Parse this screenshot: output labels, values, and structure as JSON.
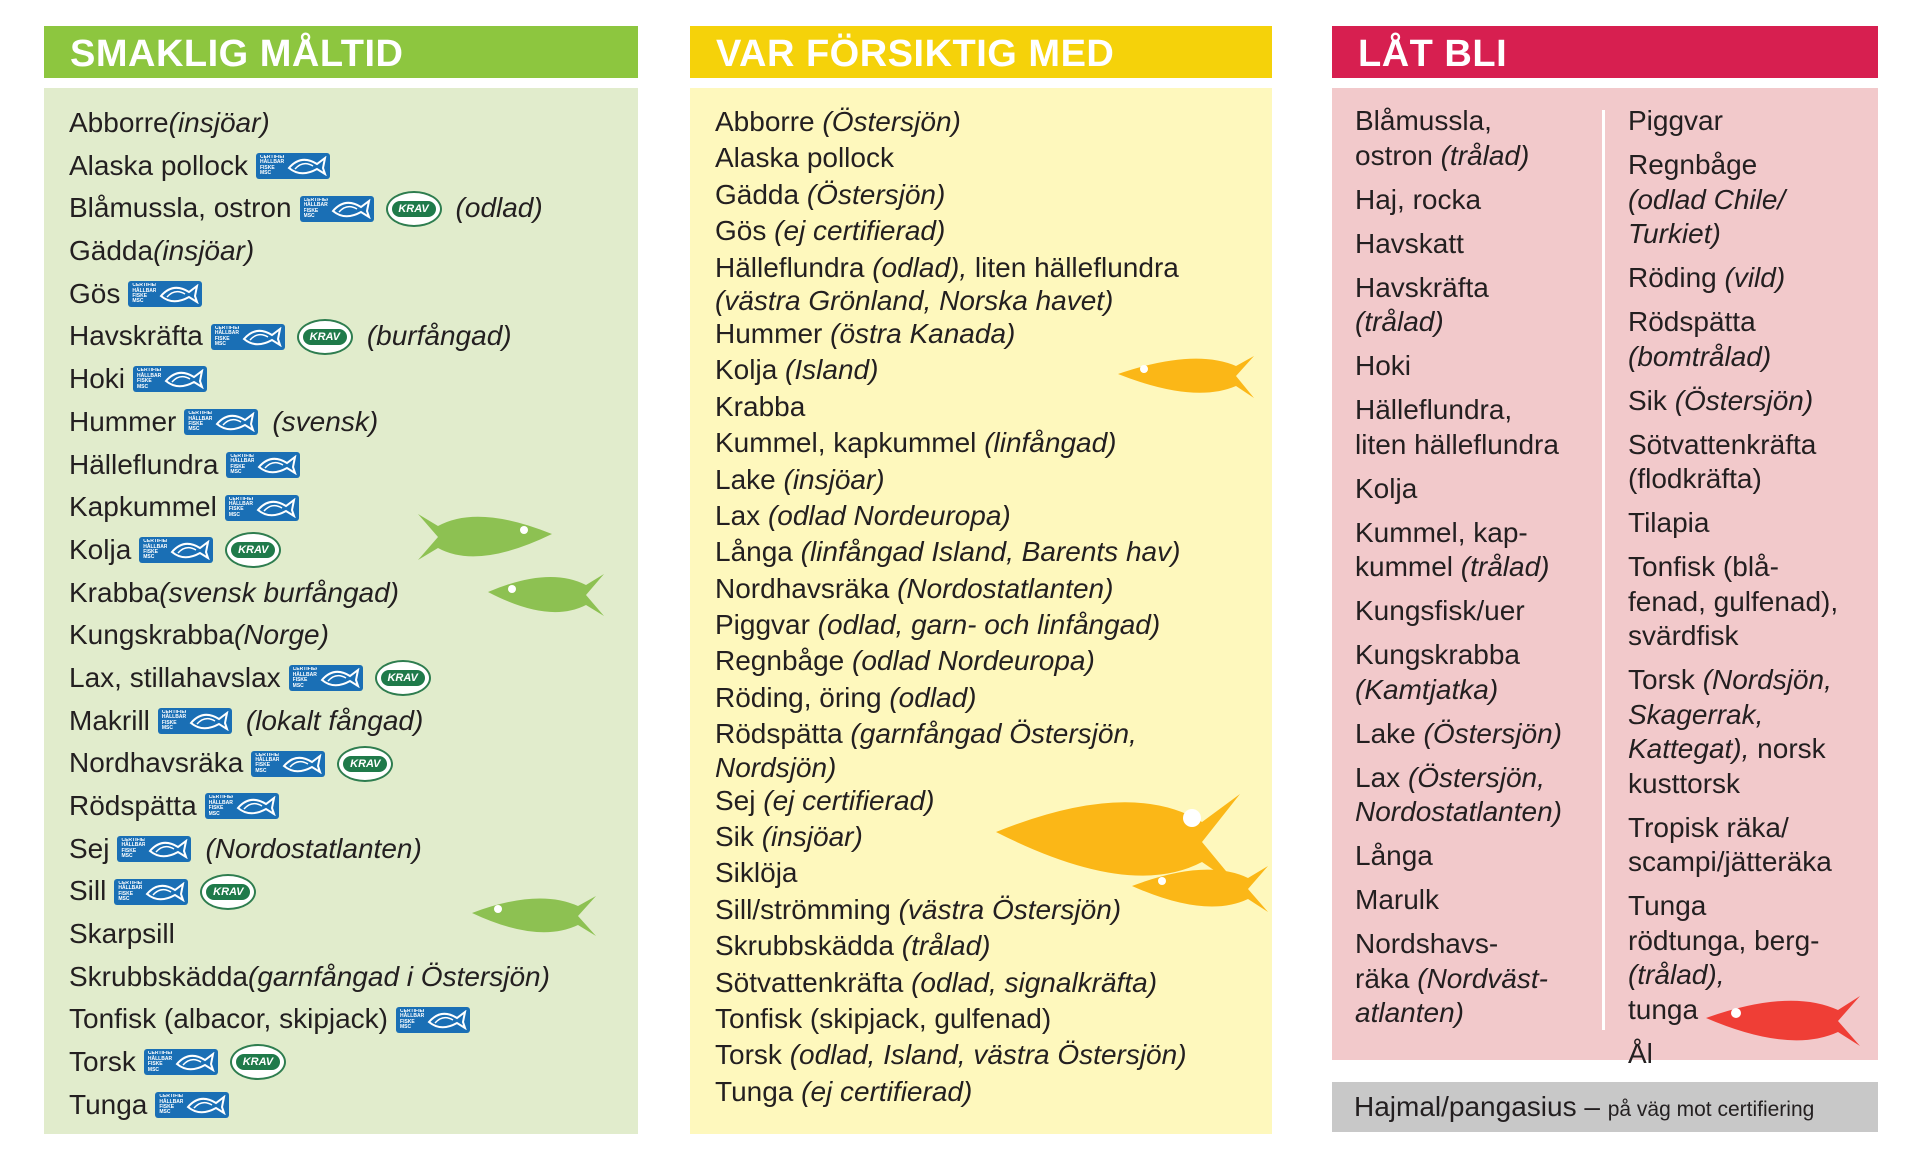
{
  "colors": {
    "green_header": "#8dc63f",
    "green_panel": "#e1eccc",
    "yellow_header": "#f5d20a",
    "yellow_panel": "#fef8bd",
    "red_header": "#d71f50",
    "red_panel": "#f2c9cb",
    "gray_bar": "#c8c8c8",
    "green_fish": "#8dc152",
    "yellow_fish": "#fbb717",
    "red_fish": "#ef3e36",
    "msc_blue": "#1a6fb5",
    "krav_green": "#1f7a4a"
  },
  "badges": {
    "msc_text": "CERTIFIERAT HÅLLBART FISKE MSC",
    "krav_text": "KRAV"
  },
  "green": {
    "header": "SMAKLIG MÅLTID",
    "items": [
      {
        "name": "Abborre ",
        "note": "(insjöar)"
      },
      {
        "name": "Alaska pollock"
      },
      {
        "name": "Blåmussla, ostron",
        "note": "(odlad)"
      },
      {
        "name": "Gädda ",
        "note": "(insjöar)"
      },
      {
        "name": "Gös"
      },
      {
        "name": "Havskräfta",
        "note": "(burfångad)"
      },
      {
        "name": "Hoki"
      },
      {
        "name": "Hummer",
        "note": "(svensk)"
      },
      {
        "name": "Hälleflundra"
      },
      {
        "name": "Kapkummel"
      },
      {
        "name": "Kolja"
      },
      {
        "name": "Krabba ",
        "note": "(svensk burfångad)"
      },
      {
        "name": "Kungskrabba ",
        "note": "(Norge)"
      },
      {
        "name": "Lax, stillahavslax"
      },
      {
        "name": "Makrill",
        "note": "(lokalt fångad)"
      },
      {
        "name": "Nordhavsräka"
      },
      {
        "name": "Rödspätta"
      },
      {
        "name": "Sej",
        "note": "(Nordostatlanten)"
      },
      {
        "name": "Sill"
      },
      {
        "name": "Skarpsill"
      },
      {
        "name": "Skrubbskädda ",
        "note": "(garnfångad i Östersjön)"
      },
      {
        "name": "Tonfisk (albacor, skipjack)"
      },
      {
        "name": "Torsk"
      },
      {
        "name": "Tunga"
      }
    ]
  },
  "yellow": {
    "header": "VAR FÖRSIKTIG MED",
    "items": [
      {
        "name": "Abborre ",
        "note": "(Östersjön)"
      },
      {
        "name": "Alaska pollock"
      },
      {
        "name": "Gädda ",
        "note": "(Östersjön)"
      },
      {
        "name": "Gös ",
        "note": "(ej certifierad)"
      },
      {
        "name": "Hälleflundra ",
        "note": "(odlad),",
        "extra": " liten hälleflundra",
        "line2": "(västra Grönland, Norska havet)"
      },
      {
        "name": "Hummer ",
        "note": "(östra Kanada)"
      },
      {
        "name": "Kolja ",
        "note": "(Island)"
      },
      {
        "name": "Krabba"
      },
      {
        "name": "Kummel, kapkummel ",
        "note": "(linfångad)"
      },
      {
        "name": "Lake ",
        "note": "(insjöar)"
      },
      {
        "name": "Lax ",
        "note": "(odlad Nordeuropa)"
      },
      {
        "name": "Långa ",
        "note": "(linfångad Island, Barents hav)"
      },
      {
        "name": "Nordhavsräka ",
        "note": "(Nordostatlanten)"
      },
      {
        "name": "Piggvar ",
        "note": "(odlad, garn- och linfångad)"
      },
      {
        "name": "Regnbåge ",
        "note": "(odlad Nordeuropa)"
      },
      {
        "name": "Röding, öring ",
        "note": "(odlad)"
      },
      {
        "name": "Rödspätta ",
        "note": "(garnfångad Östersjön,",
        "line2": "Nordsjön)"
      },
      {
        "name": "Sej ",
        "note": "(ej certifierad)"
      },
      {
        "name": "Sik ",
        "note": "(insjöar)"
      },
      {
        "name": "Siklöja"
      },
      {
        "name": "Sill/strömming ",
        "note": "(västra Östersjön)"
      },
      {
        "name": "Skrubbskädda ",
        "note": "(trålad)"
      },
      {
        "name": "Sötvattenkräfta ",
        "note": "(odlad, signalkräfta)"
      },
      {
        "name": "Tonfisk (skipjack, gulfenad)"
      },
      {
        "name": "Torsk ",
        "note": "(odlad, Island, västra Östersjön)"
      },
      {
        "name": "Tunga ",
        "note": "(ej certifierad)"
      }
    ]
  },
  "red": {
    "header": "LÅT BLI",
    "left": [
      {
        "name": "Blåmussla,",
        "line2": "ostron ",
        "note": "(trålad)"
      },
      {
        "name": "Haj, rocka"
      },
      {
        "name": "Havskatt"
      },
      {
        "name": "Havskräfta",
        "note_line": "(trålad)"
      },
      {
        "name": "Hoki"
      },
      {
        "name": "Hälleflundra,",
        "line2": "liten hälleflundra"
      },
      {
        "name": "Kolja"
      },
      {
        "name": "Kummel, kap-",
        "line2": "kummel ",
        "note": "(trålad)"
      },
      {
        "name": "Kungsfisk/uer"
      },
      {
        "name": "Kungskrabba",
        "note_line": "(Kamtjatka)"
      },
      {
        "name": "Lake ",
        "note": "(Östersjön)"
      },
      {
        "name": "Lax ",
        "note": "(Östersjön,",
        "note_line": "Nordostatlanten)"
      },
      {
        "name": "Långa"
      },
      {
        "name": "Marulk"
      },
      {
        "name": "Nordshavs-",
        "line2": "räka ",
        "note": "(Nordväst-",
        "note_line": "atlanten)"
      }
    ],
    "right": [
      {
        "name": "Piggvar"
      },
      {
        "name": "Regnbåge",
        "note_line": "(odlad Chile/",
        "note_line2": "Turkiet)"
      },
      {
        "name": "Röding ",
        "note": "(vild)"
      },
      {
        "name": "Rödspätta",
        "note_line": "(bomtrålad)"
      },
      {
        "name": "Sik ",
        "note": "(Östersjön)"
      },
      {
        "name": "Sötvattenkräfta",
        "line2": "(flodkräfta)"
      },
      {
        "name": "Tilapia"
      },
      {
        "name": "Tonfisk (blå-",
        "line2": "fenad, gulfenad),",
        "line3": "svärdfisk"
      },
      {
        "name": "Torsk ",
        "note": "(Nordsjön,",
        "note_line": "Skagerrak,",
        "note_line2": "Kattegat),",
        "tail": " norsk",
        "line3": "kusttorsk"
      },
      {
        "name": "Tropisk räka/",
        "line2": "scampi/jätteräka"
      },
      {
        "name": "Tunga ",
        "note": "(trålad),",
        "line2": "rödtunga, berg-",
        "line3": "tunga"
      },
      {
        "name": "Ål"
      }
    ]
  },
  "footer": {
    "name": "Hajmal/pangasius",
    "dash": " – ",
    "note": "på väg mot certifiering"
  }
}
